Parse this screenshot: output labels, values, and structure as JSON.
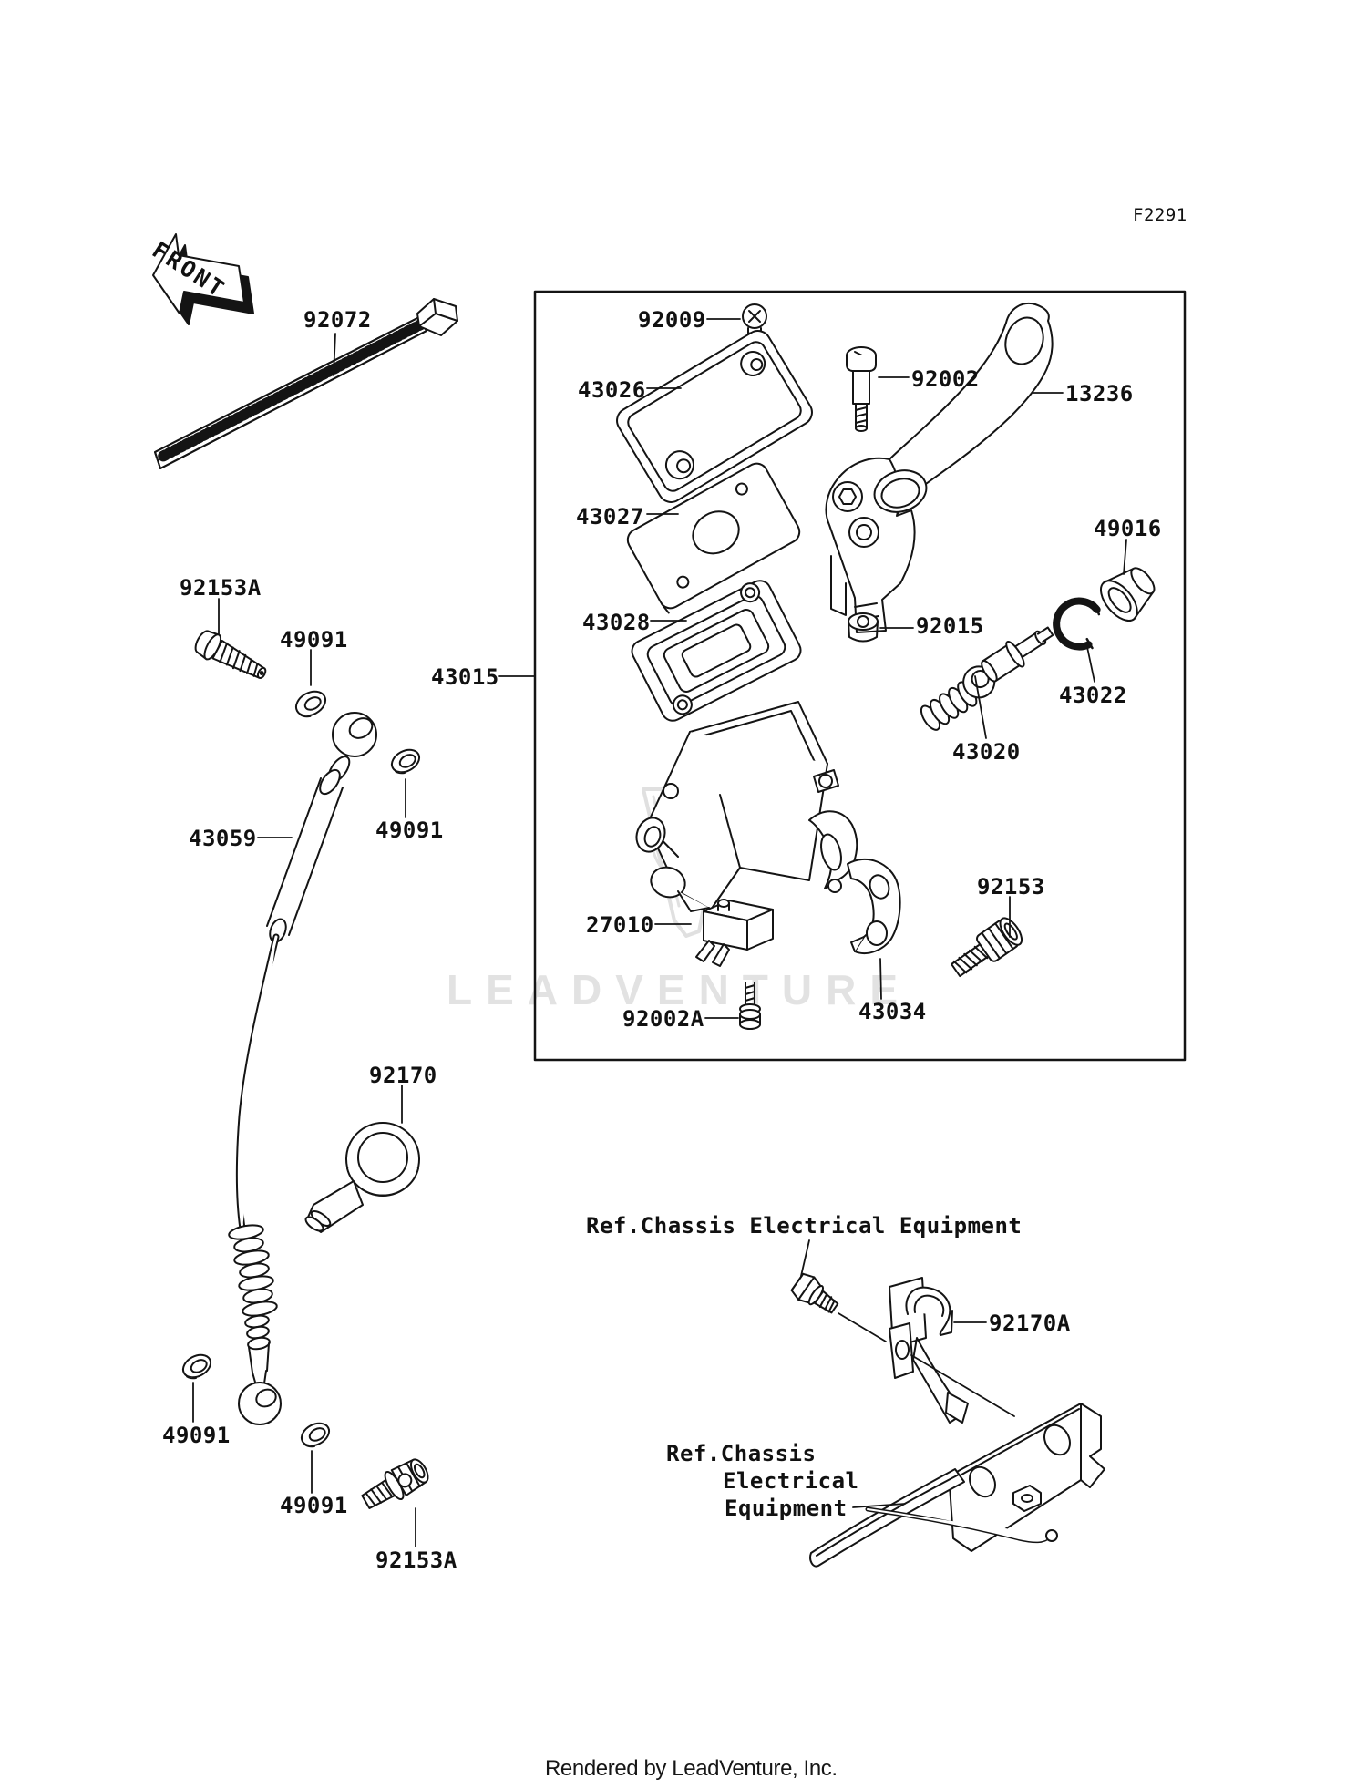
{
  "diagram_code": "F2291",
  "front_marker": {
    "label": "FRONT"
  },
  "watermark": {
    "text": "LEADVENTURE",
    "color": "#e2e2e2"
  },
  "footer": {
    "text": "Rendered by LeadVenture, Inc."
  },
  "line_color": "#141414",
  "labels": [
    {
      "id": "92072",
      "text": "92072"
    },
    {
      "id": "92009",
      "text": "92009"
    },
    {
      "id": "43026",
      "text": "43026"
    },
    {
      "id": "92002",
      "text": "92002"
    },
    {
      "id": "13236",
      "text": "13236"
    },
    {
      "id": "43027",
      "text": "43027"
    },
    {
      "id": "49016",
      "text": "49016"
    },
    {
      "id": "43028",
      "text": "43028"
    },
    {
      "id": "92015",
      "text": "92015"
    },
    {
      "id": "43022",
      "text": "43022"
    },
    {
      "id": "43020",
      "text": "43020"
    },
    {
      "id": "43015",
      "text": "43015"
    },
    {
      "id": "92153A",
      "text": "92153A"
    },
    {
      "id": "49091-a",
      "text": "49091"
    },
    {
      "id": "43059",
      "text": "43059"
    },
    {
      "id": "49091-b",
      "text": "49091"
    },
    {
      "id": "27010",
      "text": "27010"
    },
    {
      "id": "92153",
      "text": "92153"
    },
    {
      "id": "43034",
      "text": "43034"
    },
    {
      "id": "92002A",
      "text": "92002A"
    },
    {
      "id": "92170",
      "text": "92170"
    },
    {
      "id": "ref-line",
      "text": "Ref.Chassis Electrical Equipment"
    },
    {
      "id": "92170A",
      "text": "92170A"
    },
    {
      "id": "49091-c",
      "text": "49091"
    },
    {
      "id": "49091-d",
      "text": "49091"
    },
    {
      "id": "92153A-b",
      "text": "92153A"
    },
    {
      "id": "ref2-1",
      "text": "Ref.Chassis"
    },
    {
      "id": "ref2-2",
      "text": "Electrical"
    },
    {
      "id": "ref2-3",
      "text": "Equipment"
    }
  ]
}
